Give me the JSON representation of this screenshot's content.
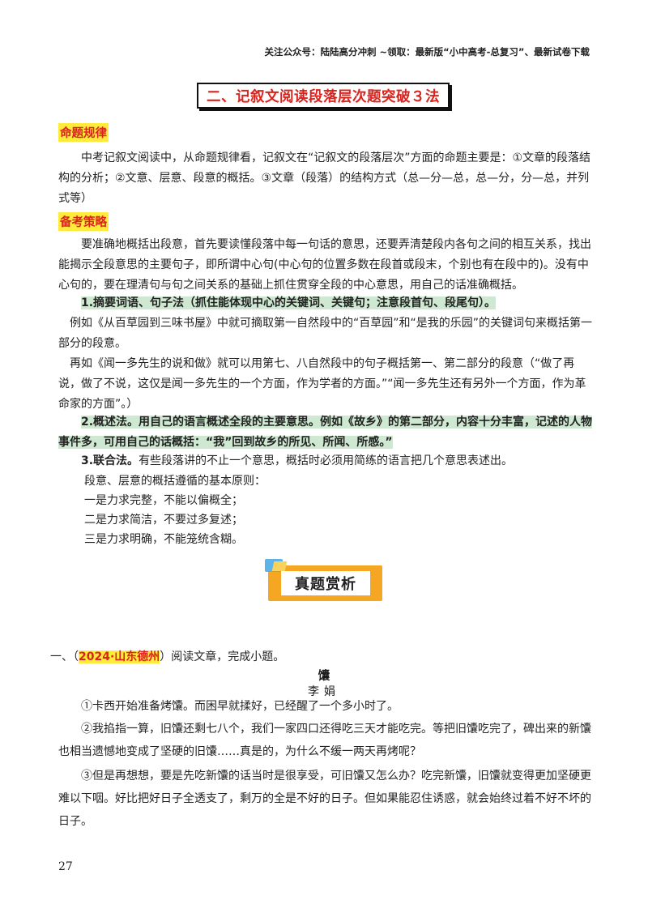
{
  "header_note": "关注公众号：陆陆高分冲刺  ~领取：最新版“小中高考-总复习”、最新试卷下载",
  "section_title": "二、记叙文阅读段落层次题突破３法",
  "tag_rules": "命题规律",
  "rules_text": "中考记叙文阅读中，从命题规律看，记叙文在“记叙文的段落层次”方面的命题主要是：①文章的段落结构的分析；②文意、层意、段意的概括。③文章（段落）的结构方式（总—分—总，总—分，分—总，并列式等）",
  "tag_strategy": "备考策略",
  "strategy_text": "要准确地概括出段意，首先要读懂段落中每一句话的意思，还要弄清楚段内各句之间的相互关系，找出能揭示全段意思的主要句子，即所谓中心句(中心句的位置多数在段首或段末，个别也有在段中的)。没有中心句的，要在理清句与句之间关系的基础上抓住贯穿全段的中心意思，用自己的话准确概括。",
  "method1": "1.摘要词语、句子法（抓住能体现中心的关键词、关键句；注意段首句、段尾句）。",
  "method1_ex1": "例如《从百草园到三味书屋》中就可摘取第一自然段中的“百草园”和“是我的乐园”的关键词句来概括第一部分的段意。",
  "method1_ex2": "再如《闻一多先生的说和做》就可以用第七、八自然段中的句子概括第一、第二部分的段意（“做了再说，做了不说，这仅是闻一多先生的一个方面，作为学者的方面。”“闻一多先生还有另外一个方面，作为革命家的方面”。）",
  "method2": "2.概述法。用自己的语言概述全段的主要意思。例如《故乡》的第二部分，内容十分丰富，记述的人物事件多，可用自己的话概括：“我”回到故乡的所见、所闻、所感。”",
  "method3_label": "3.联合法。",
  "method3_text": "有些段落讲的不止一个意思，概括时必须用简练的语言把几个意思表述出。",
  "principles_intro": "段意、层意的概括遵循的基本原则：",
  "principle1": "一是力求完整，不能以偏概全；",
  "principle2": "二是力求简洁，不要过多复述；",
  "principle3": "三是力求明确，不能笼统含糊。",
  "ribbon_label": "真题赏析",
  "question_prefix": "一、（",
  "question_source": "2024·山东德州",
  "question_suffix": "）阅读文章，完成小题。",
  "article_title": "馕",
  "article_author": "李娟",
  "article_p1": "①卡西开始准备烤馕。而困早就揉好，已经醒了一个多小时了。",
  "article_p2": "②我掐指一算，旧馕还剩七八个，我们一家四口还得吃三天才能吃完。等把旧馕吃完了，碑出来的新馕也相当遗憾地变成了坚硬的旧馕……真是的，为什么不缓一两天再烤呢？",
  "article_p3": "③但是再想想，要是先吃新馕的话当时是很享受，可旧馕又怎么办？吃完新馕，旧馕就变得更加坚硬更难以下咽。好比把好日子全透支了，剩万的全是不好的日子。但如果能忍住诱惑，就会始终过着不好不坏的日子。",
  "page_number": "27",
  "colors": {
    "accent_red": "#d9231d",
    "highlight_yellow": "#ffeb3b",
    "highlight_green": "#cfe8d1",
    "ribbon_orange": "#f5a623"
  }
}
